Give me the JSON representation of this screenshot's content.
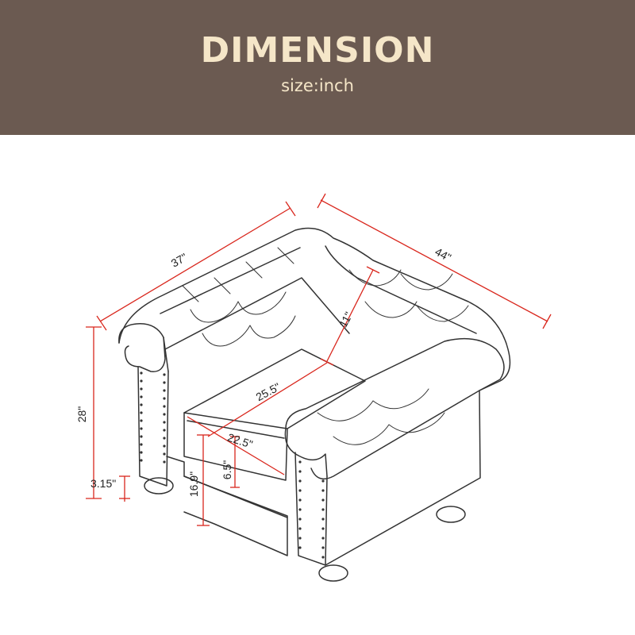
{
  "header": {
    "title": "DIMENSION",
    "subtitle": "size:inch"
  },
  "colors": {
    "banner": "#6b5a51",
    "banner_text": "#f5e6c8",
    "dimension_line": "#d9261c",
    "outline": "#333333"
  },
  "dimensions": {
    "overall_depth": "37\"",
    "overall_width": "44\"",
    "back_height": "11\"",
    "seat_width": "25.5\"",
    "seat_depth": "22.5\"",
    "overall_height": "28\"",
    "leg_height": "3.15\"",
    "seat_height": "16.9\"",
    "cushion_thickness": "6.5\""
  }
}
